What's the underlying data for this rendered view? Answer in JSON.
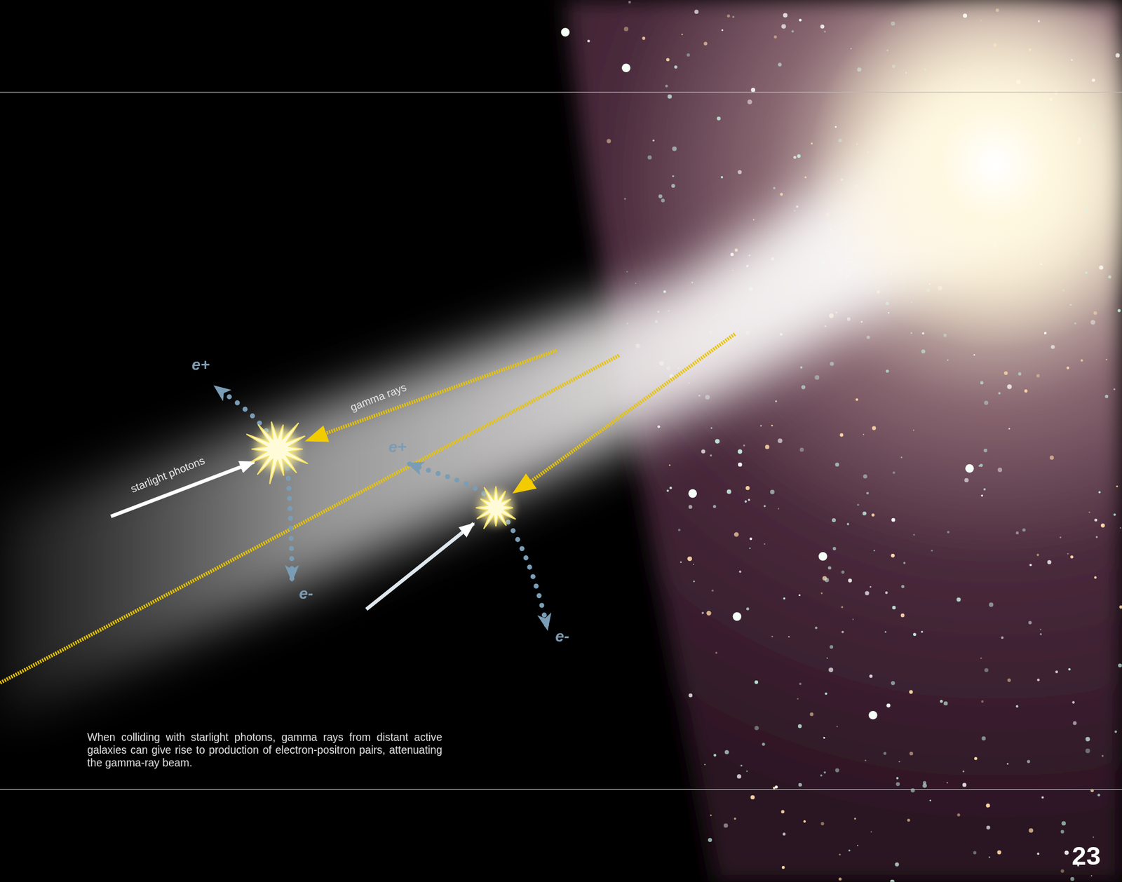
{
  "diagram": {
    "caption": "When colliding with starlight photons, gamma rays from distant active galaxies can give rise to production of electron-positron pairs, attenuating the gamma-ray beam.",
    "labels": [
      "e+",
      "gamma rays",
      "e+",
      "starlight photons",
      "e-",
      "e-",
      "23"
    ]
  }
}
